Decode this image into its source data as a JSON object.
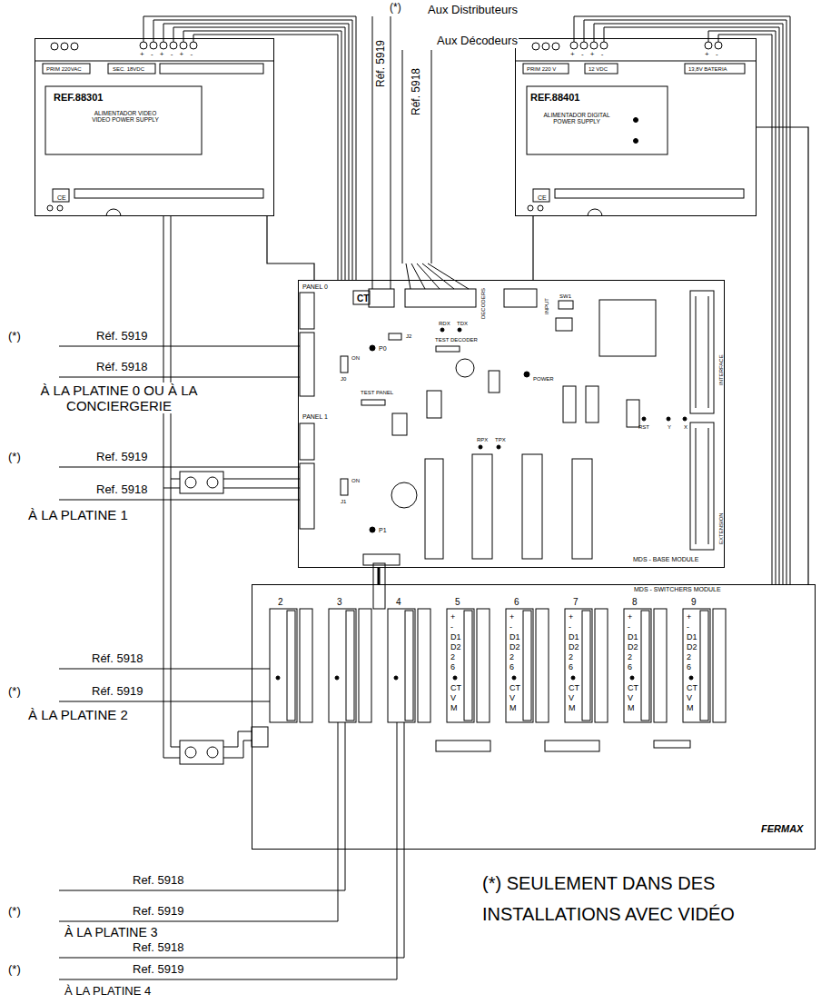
{
  "diagram": {
    "nodes": [
      {
        "text": [
          "PRIM 220VAC",
          "SEC. 18VDC",
          "REF.88301",
          "ALIMENTADOR VIDEO VIDEO POWER SUPPLY",
          "CE"
        ]
      },
      {
        "text": [
          "PRIM 220 V",
          "12 VDC",
          "13,8V BATERIA",
          "REF.88401",
          "ALIMENTADOR DIGITAL POWER SUPPLY",
          "CE"
        ]
      },
      {
        "text": [
          "PANEL 0",
          "PANEL 1",
          "CT",
          "DECODERS",
          "INPUT",
          "TEST DECODER",
          "TEST PANEL",
          "INTERFACE",
          "EXTENSION",
          "MDS - BASE MODULE",
          "SW1",
          "RDX",
          "TDX",
          "P0",
          "P1",
          "J0",
          "J1",
          "J2",
          "ON",
          "ON",
          "POWER",
          "RPX",
          "TPX",
          "RST",
          "Y",
          "X"
        ]
      },
      {
        "text": [
          "MDS - SWITCHERS MODULE",
          "FERMAX",
          "2",
          "3",
          "4",
          "5",
          "6",
          "7",
          "8",
          "9",
          "+ - D1 D2 2 6",
          "CT V M",
          "+ - D1 D2 2 6",
          "CT V M",
          "+ - D1 D2 2 6",
          "CT V M",
          "+ - D1 D2 2 6",
          "CT V M",
          "+ - D1 D2 2 6",
          "CT V M"
        ]
      }
    ],
    "edges": [
      {
        "from": 0,
        "to": 2,
        "arrow": "none"
      },
      {
        "from": 1,
        "to": 2,
        "arrow": "none"
      },
      {
        "from": 1,
        "to": 3,
        "arrow": "none"
      },
      {
        "from": 2,
        "to": 3,
        "arrow": "none"
      }
    ],
    "labels": [
      "(*)",
      "Aux Distributeurs",
      "Aux Décodeurs",
      "Réf. 5919",
      "Réf. 5918",
      "+ - + - + -",
      "+ - + -",
      "+ -",
      "(*)",
      "Réf. 5919",
      "Réf. 5918",
      "À LA PLATINE 0 OU À LA CONCIERGERIE",
      "(*)",
      "Ref. 5919",
      "Ref. 5918",
      "À LA PLATINE 1",
      "Réf. 5918",
      "(*)",
      "Réf. 5919",
      "À LA PLATINE 2",
      "Ref. 5918",
      "(*)",
      "Ref. 5919",
      "À LA PLATINE 3",
      "Ref. 5918",
      "(*)",
      "Ref. 5919",
      "À LA PLATINE 4",
      "(*) SEULEMENT DANS DES INSTALLATIONS AVEC VIDÉO"
    ]
  }
}
